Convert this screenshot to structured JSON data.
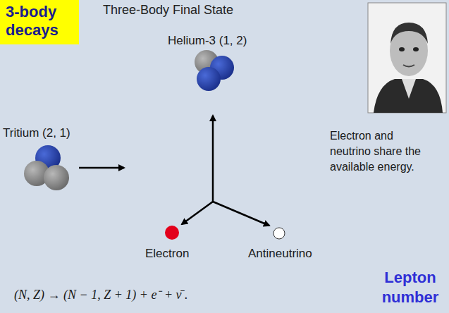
{
  "diagram": {
    "title": "Three-Body Final State",
    "nodes": [
      {
        "text": [
          "3-body decays"
        ]
      }
    ],
    "labels": [
      "Helium-3 (1, 2)",
      "Tritium (2, 1)",
      "Electron and neutrino share the available energy.",
      "Electron",
      "Antineutrino",
      "(N, Z) → (N − 1, Z + 1) + e⁻ + ν̄ .",
      "Lepton number"
    ]
  }
}
